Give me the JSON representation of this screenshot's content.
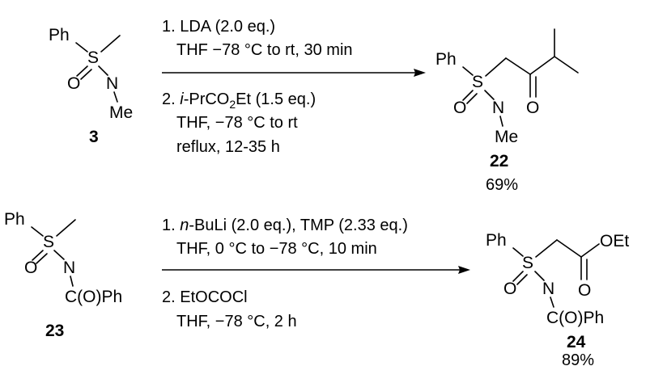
{
  "reaction_1": {
    "reactant": {
      "atoms": {
        "ph": "Ph",
        "s": "S",
        "o": "O",
        "n": "N",
        "me": "Me"
      },
      "id": "3"
    },
    "conditions_above": [
      "1. LDA (2.0 eq.)",
      "THF −78 °C to rt, 30 min"
    ],
    "conditions_below": [
      "2. i-PrCO2Et (1.5 eq.)",
      "THF, −78 °C to rt",
      "reflux, 12-35 h"
    ],
    "step2_reagent": {
      "prefix": "2. ",
      "italic": "i",
      "main": "-PrCO",
      "sub": "2",
      "rest": "Et (1.5 eq.)"
    },
    "product": {
      "atoms": {
        "ph": "Ph",
        "s": "S",
        "o1": "O",
        "n": "N",
        "me": "Me",
        "o2": "O"
      },
      "id": "22",
      "yield": "69%"
    }
  },
  "reaction_2": {
    "reactant": {
      "atoms": {
        "ph": "Ph",
        "s": "S",
        "o": "O",
        "n": "N",
        "acyl": "C(O)Ph"
      },
      "id": "23"
    },
    "conditions_above": [
      "1. n-BuLi (2.0 eq.), TMP (2.33 eq.)",
      "THF, 0 °C to −78 °C, 10 min"
    ],
    "step1_reagent": {
      "prefix": "1. ",
      "italic": "n",
      "rest": "-BuLi (2.0 eq.), TMP (2.33 eq.)"
    },
    "conditions_below": [
      "2. EtOCOCl",
      "THF, −78 °C, 2 h"
    ],
    "product": {
      "atoms": {
        "ph": "Ph",
        "s": "S",
        "o1": "O",
        "n": "N",
        "acyl": "C(O)Ph",
        "o2": "O",
        "oet": "OEt"
      },
      "id": "24",
      "yield": "89%"
    }
  }
}
